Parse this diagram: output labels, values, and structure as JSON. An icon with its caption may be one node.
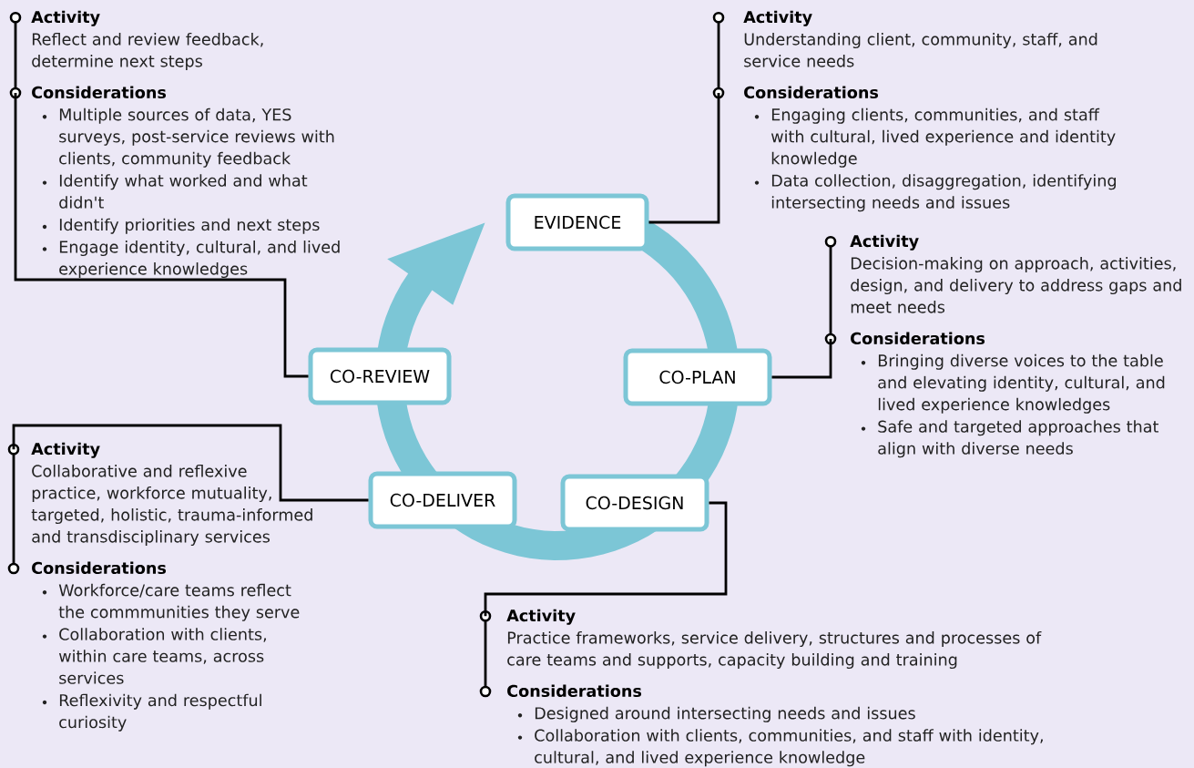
{
  "diagram": {
    "nodes": [
      {
        "text": [
          "EVIDENCE"
        ]
      },
      {
        "text": [
          "CO-PLAN"
        ]
      },
      {
        "text": [
          "CO-DESIGN"
        ]
      },
      {
        "text": [
          "CO-DELIVER"
        ]
      },
      {
        "text": [
          "CO-REVIEW"
        ]
      },
      {
        "text": [
          "Activity",
          "Understanding client, community, staff, and service needs",
          "Considerations",
          "Engaging clients, communities, and  staff with cultural, lived experience and identity knowledge",
          "Data collection, disaggregation, identifying intersecting needs and issues"
        ]
      },
      {
        "text": [
          "Activity",
          "Decision-making on approach, activities, design, and delivery to address gaps and meet needs",
          "Considerations",
          "Bringing diverse voices to the table and elevating identity, cultural, and lived experience knowledges",
          "Safe and targeted approaches that align with diverse needs"
        ]
      },
      {
        "text": [
          "Activity",
          "Practice frameworks, service delivery, structures and processes of care teams and supports, capacity building and training",
          "Considerations",
          "Designed around intersecting needs and issues",
          "Collaboration with clients, communities, and staff with identity, cultural, and lived experience knowledge"
        ]
      },
      {
        "text": [
          "Activity",
          "Collaborative and reflexive practice, workforce mutuality, targeted, holistic, trauma-informed and transdisciplinary services",
          "Considerations",
          "Workforce/care teams reflect the commmunities they serve",
          "Collaboration with clients, within care teams, across services",
          "Reflexivity and respectful curiosity"
        ]
      },
      {
        "text": [
          "Activity",
          "Reflect and review feedback, determine next steps",
          "Considerations",
          "Multiple sources of data, YES surveys, post-service reviews with clients, community feedback",
          "Identify what worked and what didn't",
          "Identify priorities and next steps",
          "Engage identity, cultural, and lived experience knowledges"
        ]
      }
    ],
    "edges": [
      {
        "from": 0,
        "to": 5,
        "arrow": "none"
      },
      {
        "from": 1,
        "to": 6,
        "arrow": "none"
      },
      {
        "from": 2,
        "to": 7,
        "arrow": "none"
      },
      {
        "from": 3,
        "to": 8,
        "arrow": "none"
      },
      {
        "from": 4,
        "to": 9,
        "arrow": "none"
      }
    ]
  }
}
